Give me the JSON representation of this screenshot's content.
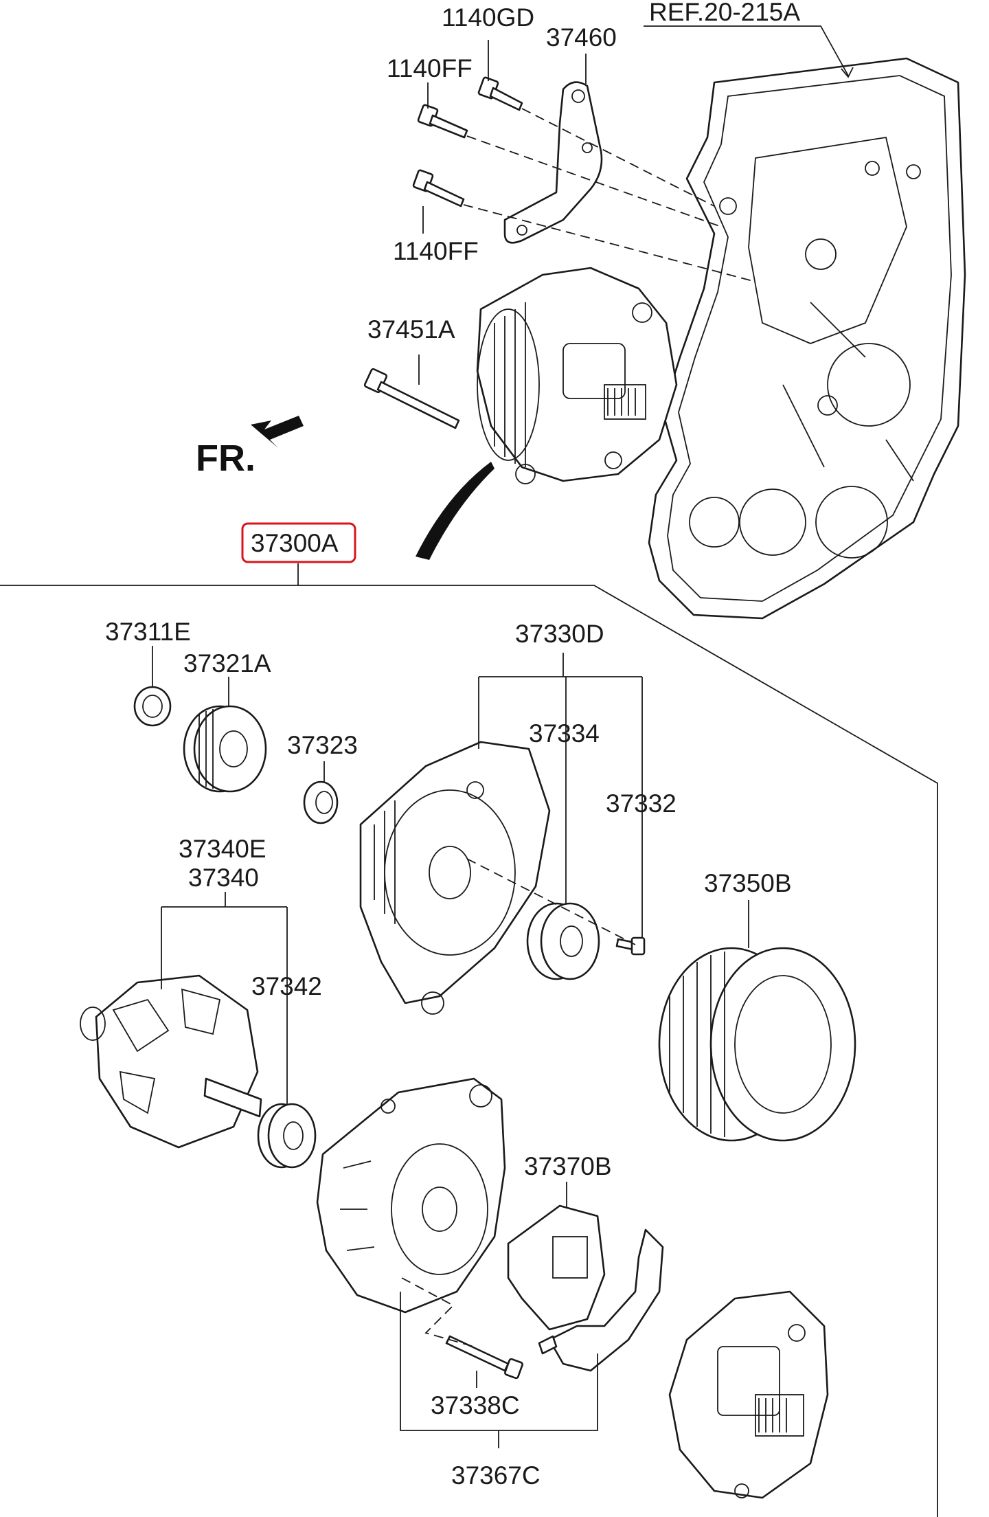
{
  "labels": {
    "ref": "REF.20-215A",
    "bolt_1140gd": "1140GD",
    "bracket_37460": "37460",
    "bolt_1140ff_top": "1140FF",
    "bolt_1140ff_bottom": "1140FF",
    "bolt_37451a": "37451A",
    "front_marker": "FR.",
    "assembly_37300a": "37300A",
    "nut_37311e": "37311E",
    "pulley_37321a": "37321A",
    "spacer_37323": "37323",
    "front_bracket_37330d": "37330D",
    "bearing_37334": "37334",
    "screw_37332": "37332",
    "rotor_37340e": "37340E",
    "rotor_37340": "37340",
    "bearing_37342": "37342",
    "stator_37350b": "37350B",
    "regulator_37370b": "37370B",
    "bolt_37338c": "37338C",
    "rear_bracket_37367c": "37367C"
  },
  "colors": {
    "highlight_box": "#d9141c",
    "line": "#1a1a1a",
    "background": "#ffffff"
  }
}
